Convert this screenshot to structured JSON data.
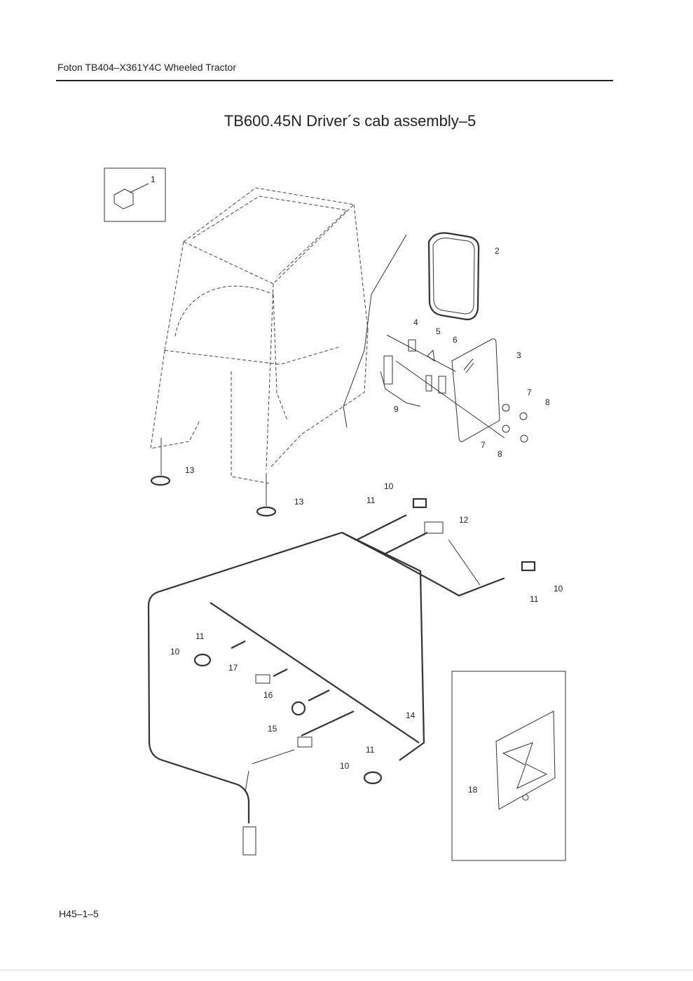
{
  "header": {
    "title": "Foton TB404–X361Y4C Wheeled Tractor"
  },
  "page_title": "TB600.45N  Driver´s cab assembly–5",
  "footer": {
    "page_code": "H45–1–5"
  },
  "callouts": [
    "1",
    "2",
    "3",
    "4",
    "5",
    "6",
    "7",
    "8",
    "9",
    "7",
    "8",
    "13",
    "13",
    "10",
    "11",
    "12",
    "10",
    "11",
    "11",
    "10",
    "17",
    "16",
    "14",
    "15",
    "11",
    "10",
    "18"
  ]
}
